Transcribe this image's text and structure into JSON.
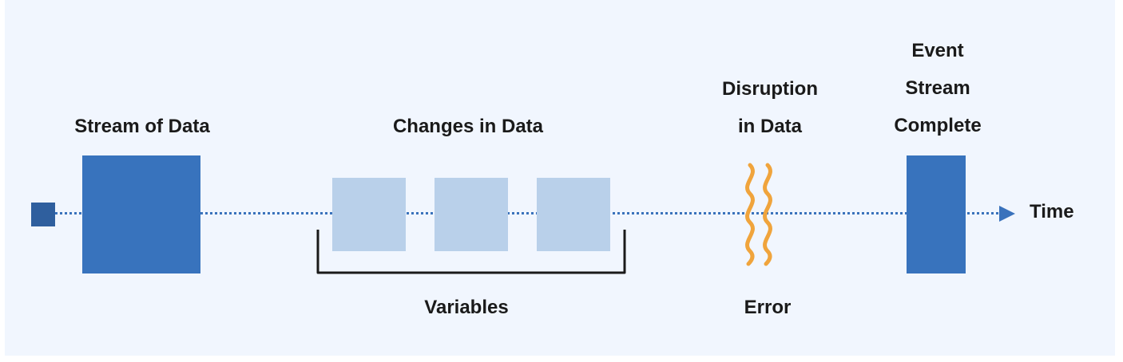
{
  "diagram": {
    "start_marker": "square-marker",
    "axis_label": "Time",
    "stages": {
      "stream": {
        "label": "Stream of Data"
      },
      "changes": {
        "label": "Changes in Data",
        "bracket_label": "Variables",
        "variable_count": 3
      },
      "disruption": {
        "label_line1": "Disruption",
        "label_line2": "in Data",
        "bottom_label": "Error"
      },
      "complete": {
        "label_line1": "Event",
        "label_line2": "Stream",
        "label_line3": "Complete"
      }
    },
    "colors": {
      "background": "#f1f6fe",
      "primary_block": "#3873bd",
      "light_block": "#b9d0ea",
      "start_marker": "#2f5f9e",
      "timeline": "#3a72bc",
      "error_wave": "#f0a43c",
      "bracket": "#1a1a1a",
      "text": "#1a1a1a"
    }
  }
}
